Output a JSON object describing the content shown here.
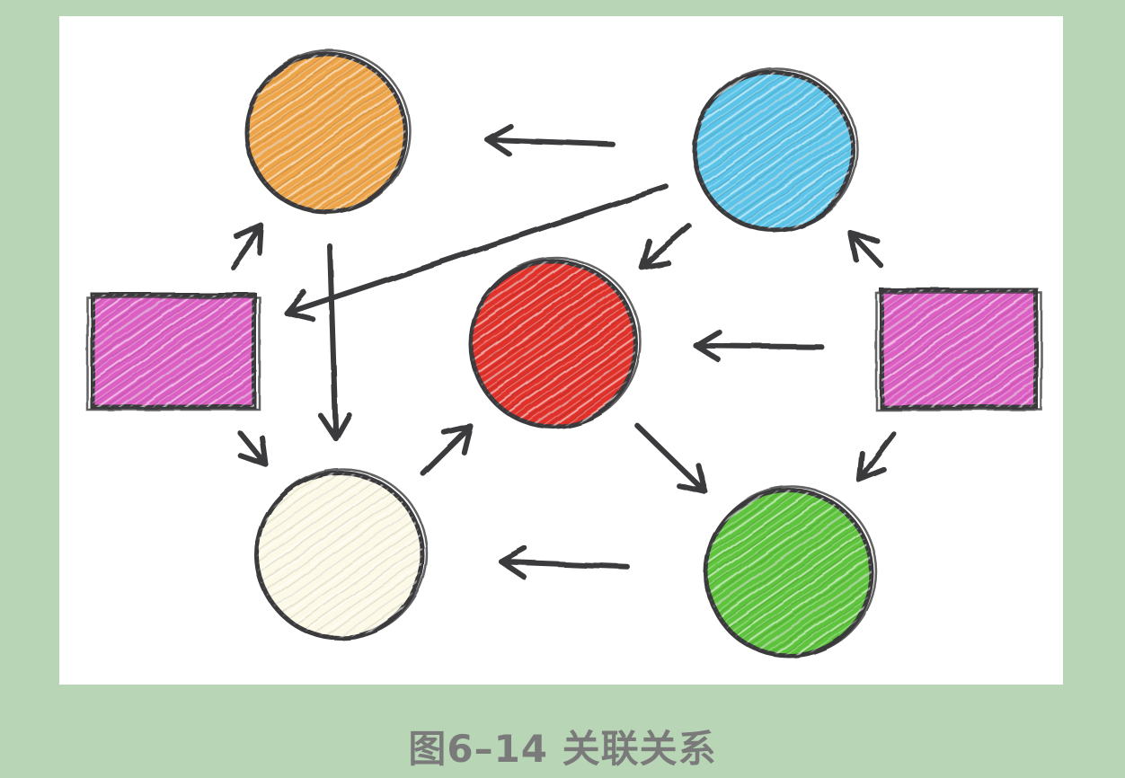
{
  "caption": "图6–14 关联关系",
  "colors": {
    "page_background": "#b8d5b6",
    "panel_background": "#ffffff",
    "stroke": "#3a3a3e",
    "caption_text": "#7a7a7a",
    "orange": "#eea548",
    "blue": "#5cc4e8",
    "red": "#e0302c",
    "cream": "#fcf9e6",
    "green": "#5ec43c",
    "pink": "#dc60c4"
  },
  "diagram": {
    "nodes": [
      {
        "id": "orange",
        "shape": "circle",
        "color": "orange"
      },
      {
        "id": "blue",
        "shape": "circle",
        "color": "blue"
      },
      {
        "id": "red",
        "shape": "circle",
        "color": "red"
      },
      {
        "id": "cream",
        "shape": "circle",
        "color": "cream"
      },
      {
        "id": "green",
        "shape": "circle",
        "color": "green"
      },
      {
        "id": "pink-left",
        "shape": "rectangle",
        "color": "pink"
      },
      {
        "id": "pink-right",
        "shape": "rectangle",
        "color": "pink"
      }
    ],
    "edges": [
      {
        "from": "blue",
        "to": "orange"
      },
      {
        "from": "blue",
        "to": "pink-left"
      },
      {
        "from": "blue",
        "to": "red"
      },
      {
        "from": "pink-left",
        "to": "orange"
      },
      {
        "from": "orange",
        "to": "cream"
      },
      {
        "from": "pink-left",
        "to": "cream"
      },
      {
        "from": "cream",
        "to": "red"
      },
      {
        "from": "pink-right",
        "to": "red"
      },
      {
        "from": "pink-right",
        "to": "blue"
      },
      {
        "from": "red",
        "to": "green"
      },
      {
        "from": "pink-right",
        "to": "green"
      },
      {
        "from": "green",
        "to": "cream"
      }
    ]
  }
}
